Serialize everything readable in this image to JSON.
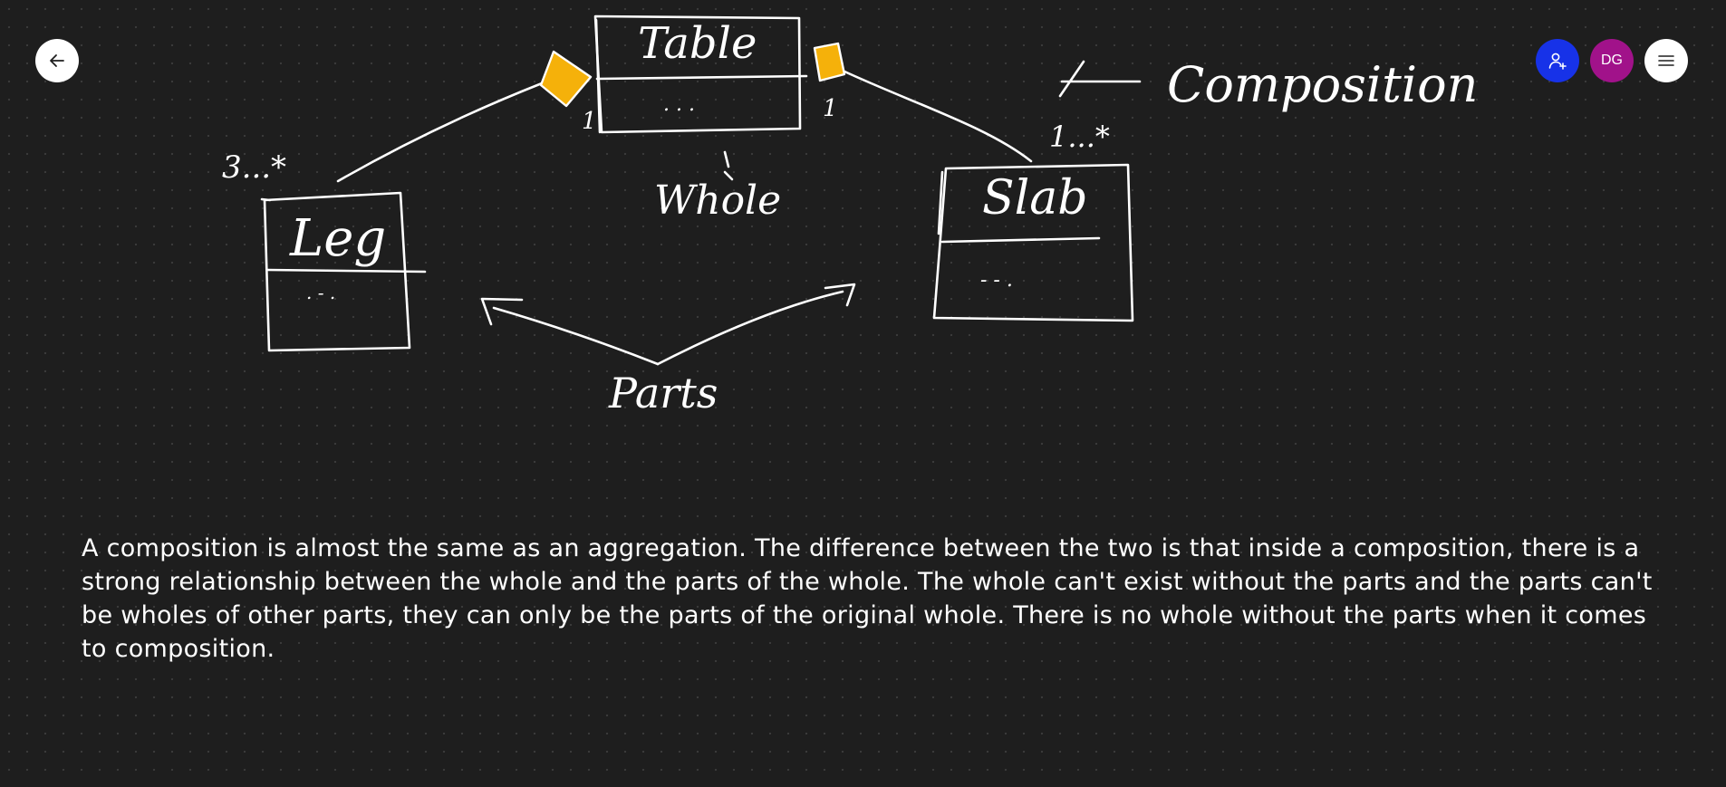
{
  "colors": {
    "background": "#1e1e1e",
    "stroke": "#ffffff",
    "diamond_fill": "#f5b10a",
    "invite_button": "#1732e8",
    "avatar": "#a1128a"
  },
  "toolbar": {
    "back_icon": "arrow-left-icon",
    "invite_icon": "add-person-icon",
    "avatar_initials": "DG",
    "menu_icon": "hamburger-menu-icon"
  },
  "diagram": {
    "table_label": "Table",
    "table_attrs": ". . .",
    "leg_label": "Leg",
    "leg_attrs": ". - .",
    "slab_label": "Slab",
    "slab_attrs": "- - .",
    "whole_label": "Whole",
    "parts_label": "Parts",
    "composition_label": "Composition",
    "multiplicity_leg": "3...*",
    "multiplicity_slab": "1...*",
    "multiplicity_table_left": "1",
    "multiplicity_table_right": "1"
  },
  "description": "A composition is almost the same as an aggregation. The difference between the two is that inside a composition, there is a strong relationship between the whole and the parts of the whole. The whole can't exist without the parts and the parts can't be wholes of other parts, they can only be the parts of the original whole. There is no whole without the parts when it comes to composition."
}
